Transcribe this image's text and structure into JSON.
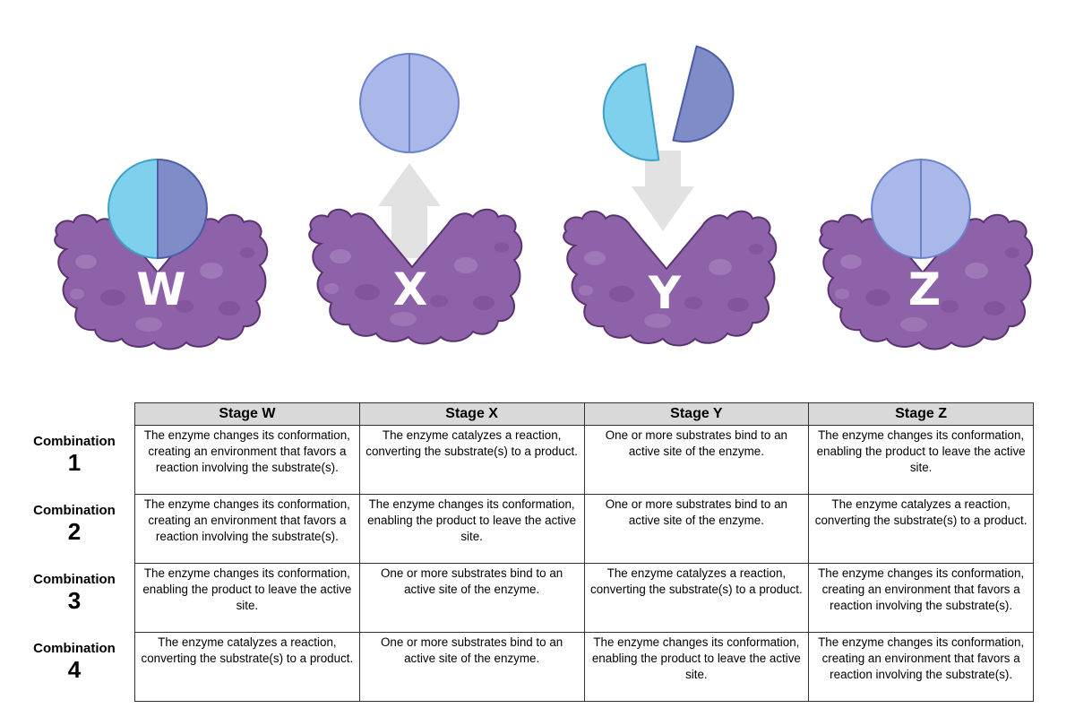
{
  "stages": [
    {
      "letter": "W",
      "state": "substrate-bound"
    },
    {
      "letter": "X",
      "state": "product-released"
    },
    {
      "letter": "Y",
      "state": "substrates-binding"
    },
    {
      "letter": "Z",
      "state": "product-bound"
    }
  ],
  "colors": {
    "enzyme": "#8e62a8",
    "enzyme_spot": "#a782be",
    "enzyme_outline": "#5a3470",
    "substrate_light": "#7fd0ec",
    "substrate_dark": "#7f8cc8",
    "product": "#a9b8e8",
    "arrow": "#e2e2e2",
    "header_bg": "#d9d9d9"
  },
  "table": {
    "headers": [
      "Stage W",
      "Stage X",
      "Stage Y",
      "Stage Z"
    ],
    "rows": [
      {
        "label": "Combination",
        "number": "1",
        "cells": [
          "The enzyme changes its conformation, creating an environment that favors a reaction involving the substrate(s).",
          "The enzyme catalyzes a reaction, converting the substrate(s) to a product.",
          "One or more substrates bind to an active site of the enzyme.",
          "The enzyme changes its conformation, enabling the product to leave the active site."
        ]
      },
      {
        "label": "Combination",
        "number": "2",
        "cells": [
          "The enzyme changes its conformation, creating an environment that favors a reaction involving the substrate(s).",
          "The enzyme changes its conformation, enabling the product to leave the active site.",
          "One or more substrates bind to an active site of the enzyme.",
          "The enzyme catalyzes a reaction, converting the substrate(s) to a product."
        ]
      },
      {
        "label": "Combination",
        "number": "3",
        "cells": [
          "The enzyme changes its conformation, enabling the product to leave the active site.",
          "One or more substrates bind to an active site of the enzyme.",
          "The enzyme catalyzes a reaction, converting the substrate(s) to a product.",
          "The enzyme changes its conformation, creating an environment that favors a reaction involving the substrate(s)."
        ]
      },
      {
        "label": "Combination",
        "number": "4",
        "cells": [
          "The enzyme catalyzes a reaction, converting the substrate(s) to a product.",
          "One or more substrates bind to an active site of the enzyme.",
          "The enzyme changes its conformation, enabling the product to leave the active site.",
          "The enzyme changes its conformation, creating an environment that favors a reaction involving the substrate(s)."
        ]
      }
    ]
  }
}
